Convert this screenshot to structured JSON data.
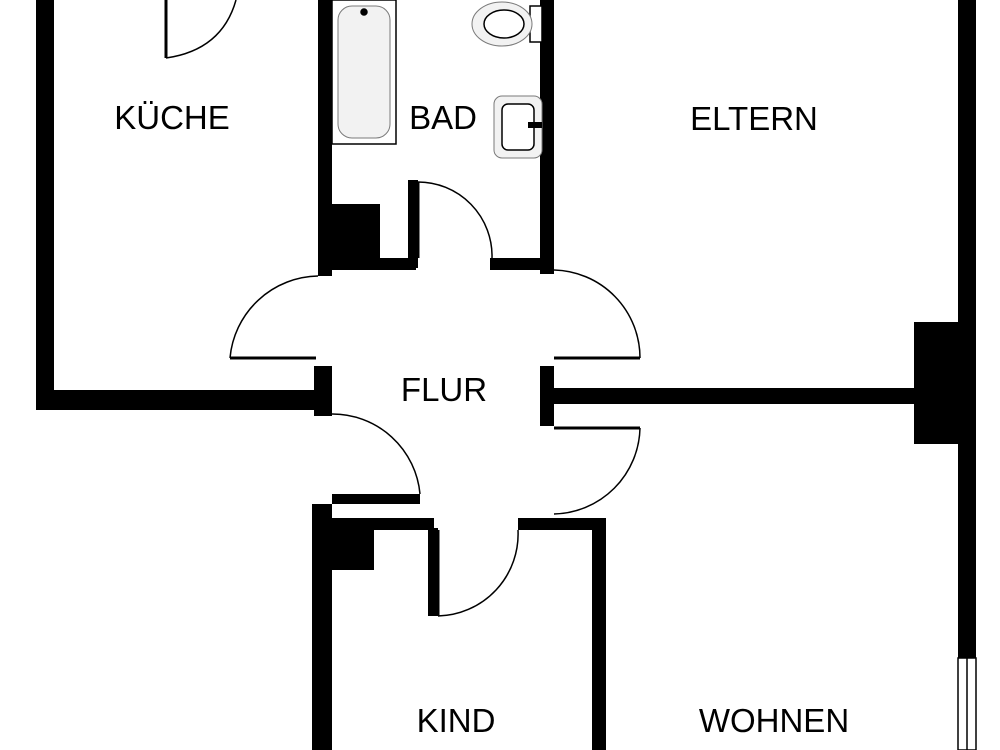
{
  "rooms": {
    "kitchen": "KÜCHE",
    "bath": "BAD",
    "parents": "ELTERN",
    "hallway": "FLUR",
    "child": "KIND",
    "living": "WOHNEN"
  },
  "colors": {
    "wall": "#000000",
    "background": "#ffffff"
  }
}
